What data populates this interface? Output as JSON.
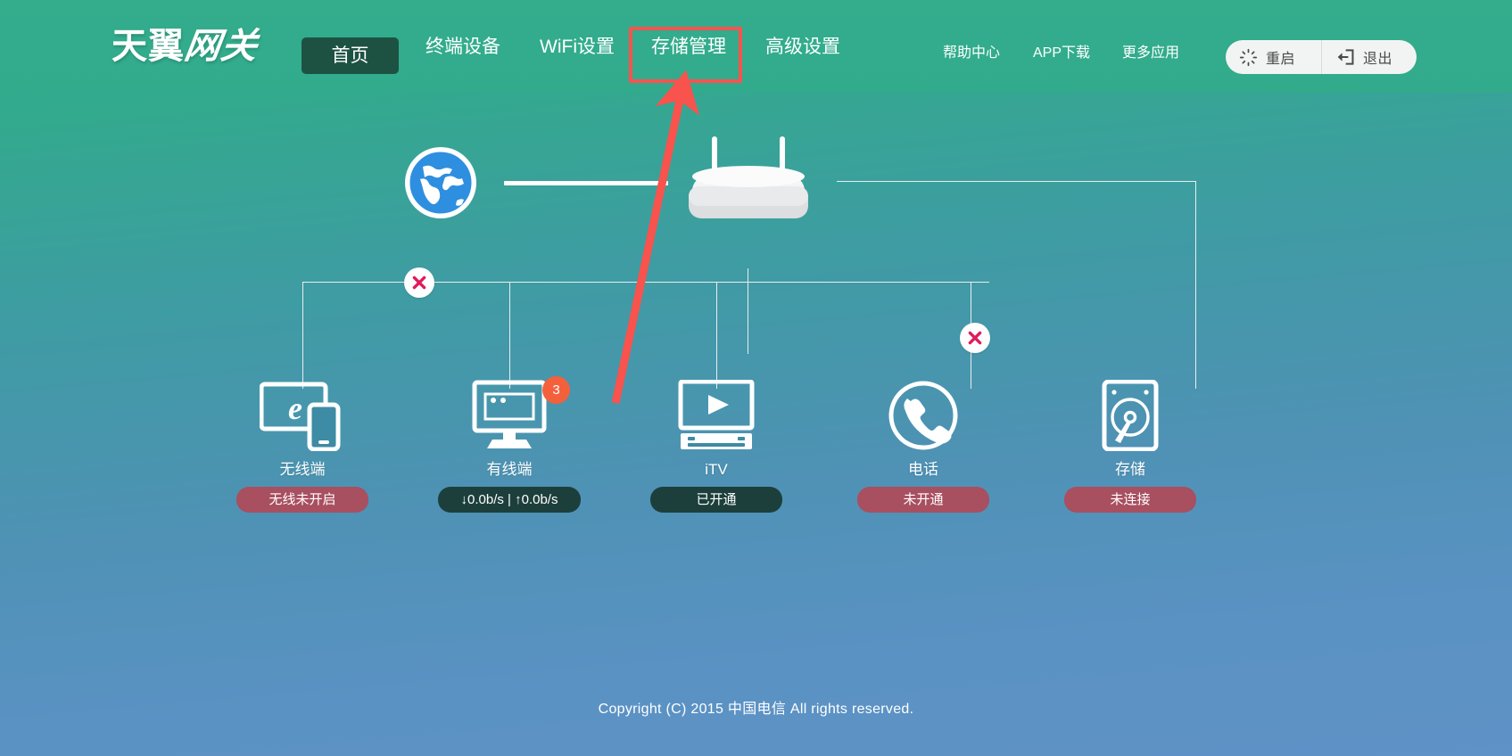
{
  "header": {
    "logo_text": "天翼",
    "logo_text_italic": "网关",
    "nav_main": [
      {
        "id": "home",
        "label": "首页",
        "active": true
      },
      {
        "id": "terminal",
        "label": "终端设备",
        "active": false
      },
      {
        "id": "wifi",
        "label": "WiFi设置",
        "active": false
      },
      {
        "id": "storage",
        "label": "存储管理",
        "active": false,
        "highlighted": true
      },
      {
        "id": "advanced",
        "label": "高级设置",
        "active": false
      }
    ],
    "nav_sub": [
      {
        "id": "help",
        "label": "帮助中心"
      },
      {
        "id": "app",
        "label": "APP下载"
      },
      {
        "id": "more",
        "label": "更多应用"
      }
    ],
    "buttons": [
      {
        "id": "restart",
        "label": "重启",
        "icon": "spinner-icon"
      },
      {
        "id": "logout",
        "label": "退出",
        "icon": "logout-arrow-icon"
      }
    ],
    "colors": {
      "bar": "#31ab8c",
      "active_tab": "#1d5243",
      "highlight_box": "#f9534f",
      "button_bg": "#f2f4f3"
    }
  },
  "topology": {
    "internet": {
      "icon": "globe-icon",
      "label": ""
    },
    "gateway": {
      "icon": "router-icon",
      "label": ""
    },
    "disconnect_markers": [
      {
        "id": "wireless-branch",
        "icon": "x-circle-icon"
      },
      {
        "id": "phone-branch",
        "icon": "x-circle-icon"
      }
    ],
    "nodes": [
      {
        "id": "wireless",
        "icon": "wireless-device-icon",
        "label": "无线端",
        "status": "无线未开启",
        "status_type": "bad",
        "badge": null
      },
      {
        "id": "wired",
        "icon": "desktop-monitor-icon",
        "label": "有线端",
        "status": "↓0.0b/s | ↑0.0b/s",
        "status_type": "good",
        "badge": "3"
      },
      {
        "id": "itv",
        "icon": "tv-play-icon",
        "label": "iTV",
        "status": "已开通",
        "status_type": "good",
        "badge": null
      },
      {
        "id": "phone",
        "icon": "telephone-icon",
        "label": "电话",
        "status": "未开通",
        "status_type": "bad",
        "badge": null
      },
      {
        "id": "storage",
        "icon": "hard-disk-icon",
        "label": "存储",
        "status": "未连接",
        "status_type": "bad",
        "badge": null
      }
    ],
    "colors": {
      "status_bad": "#a84f60",
      "status_good": "#1d3f3c",
      "badge": "#f4603c",
      "x_mark": "#e01b5b",
      "line": "#e9eeef"
    }
  },
  "annotation": {
    "arrow": {
      "color": "#f8534d",
      "points_to": "存储管理"
    }
  },
  "footer": {
    "copyright": "Copyright (C) 2015 中国电信 All rights reserved."
  },
  "background": {
    "gradient_top": "#33ad8c",
    "gradient_bottom": "#5f92c6"
  }
}
